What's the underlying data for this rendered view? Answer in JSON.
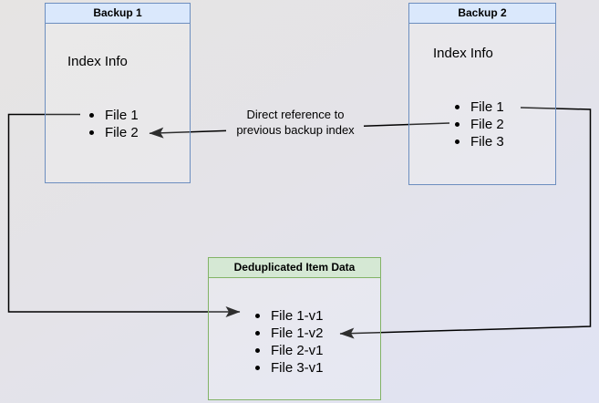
{
  "backup1": {
    "title": "Backup 1",
    "subtitle": "Index Info",
    "items": [
      "File 1",
      "File 2"
    ]
  },
  "backup2": {
    "title": "Backup 2",
    "subtitle": "Index Info",
    "items": [
      "File 1",
      "File 2",
      "File 3"
    ]
  },
  "dedup": {
    "title": "Deduplicated Item Data",
    "items": [
      "File 1-v1",
      "File 1-v2",
      "File 2-v1",
      "File 3-v1"
    ]
  },
  "edge_label": {
    "line1": "Direct reference to",
    "line2": "previous backup index"
  },
  "colors": {
    "backup_header_fill": "#dae8fc",
    "backup_border": "#6c8ebf",
    "dedup_header_fill": "#d5e8d4",
    "dedup_border": "#82b366",
    "edge": "#000000"
  }
}
